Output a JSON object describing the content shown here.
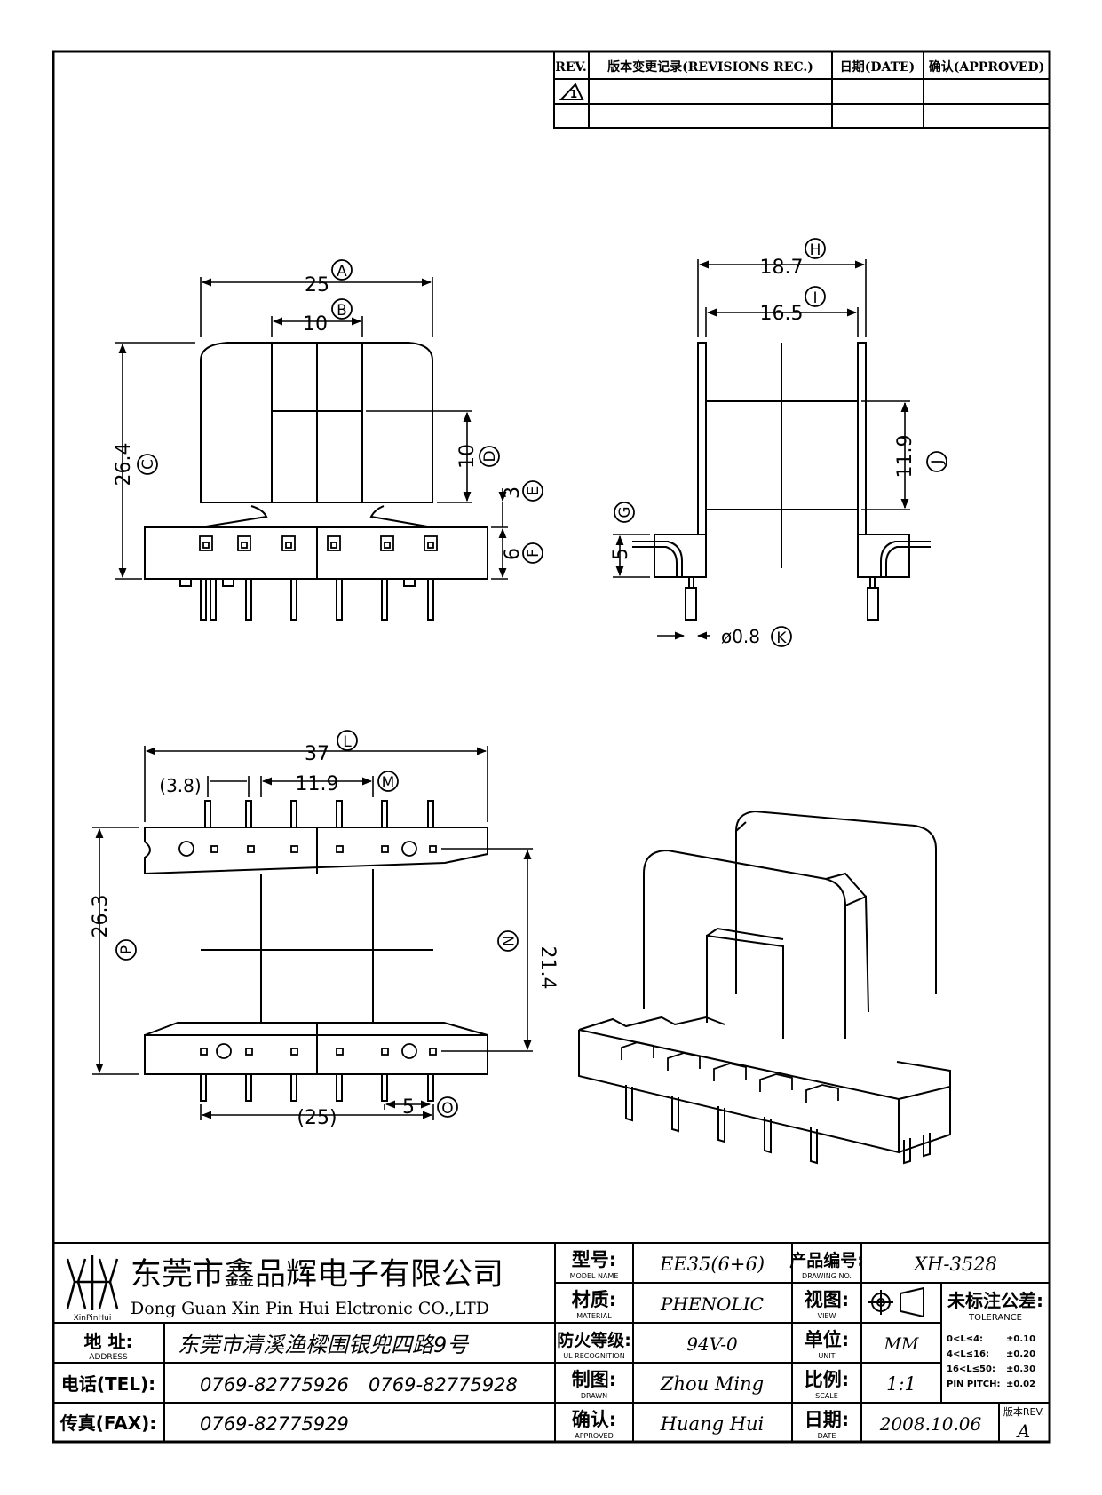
{
  "revision_table": {
    "headers": {
      "rev": "REV.",
      "record": "版本变更记录(REVISIONS REC.)",
      "date": "日期(DATE)",
      "approved": "确认(APPROVED)"
    },
    "rows": [
      {
        "rev": "1",
        "record": "",
        "date": "",
        "approved": ""
      },
      {
        "rev": "",
        "record": "",
        "date": "",
        "approved": ""
      }
    ]
  },
  "dimensions": {
    "A": {
      "letter": "A",
      "value": "25"
    },
    "B": {
      "letter": "B",
      "value": "10"
    },
    "C": {
      "letter": "C",
      "value": "26.4"
    },
    "D": {
      "letter": "D",
      "value": "10"
    },
    "E": {
      "letter": "E",
      "value": "3"
    },
    "F": {
      "letter": "F",
      "value": "6"
    },
    "G": {
      "letter": "G",
      "value": "5"
    },
    "H": {
      "letter": "H",
      "value": "18.7"
    },
    "I": {
      "letter": "I",
      "value": "16.5"
    },
    "J": {
      "letter": "J",
      "value": "11.9"
    },
    "K": {
      "letter": "K",
      "value": "ø0.8"
    },
    "L": {
      "letter": "L",
      "value": "37"
    },
    "M": {
      "letter": "M",
      "value": "11.9"
    },
    "N": {
      "letter": "N",
      "value": "21.4"
    },
    "O": {
      "letter": "O",
      "value": "5"
    },
    "P": {
      "letter": "P",
      "value": "26.3"
    },
    "pitch_ref": {
      "value": "(3.8)"
    },
    "span_ref": {
      "value": "(25)"
    }
  },
  "company": {
    "logo_text": "XinPinHui",
    "name_cn": "东莞市鑫品辉电子有限公司",
    "name_en": "Dong Guan Xin Pin Hui Elctronic CO.,LTD"
  },
  "title_block": {
    "address": {
      "label_cn": "地  址:",
      "label_en": "ADDRESS",
      "value": "东莞市清溪渔樑围银兜四路9号"
    },
    "tel": {
      "label": "电话(TEL):",
      "value1": "0769-82775926",
      "value2": "0769-82775928"
    },
    "fax": {
      "label": "传真(FAX):",
      "value": "0769-82775929"
    },
    "model": {
      "label_cn": "型号:",
      "label_en": "MODEL NAME",
      "value": "EE35(6+6)"
    },
    "material": {
      "label_cn": "材质:",
      "label_en": "MATERIAL",
      "value": "PHENOLIC"
    },
    "ul": {
      "label_cn": "防火等级:",
      "label_en": "UL RECOGNITION",
      "value": "94V-0"
    },
    "drawn": {
      "label_cn": "制图:",
      "label_en": "DRAWN",
      "value": "Zhou Ming"
    },
    "approved": {
      "label_cn": "确认:",
      "label_en": "APPROVED",
      "value": "Huang Hui"
    },
    "drawing_no": {
      "label_cn": "产品编号:",
      "label_en": "DRAWING NO.",
      "value": "XH-3528"
    },
    "view": {
      "label_cn": "视图:",
      "label_en": "VIEW"
    },
    "unit": {
      "label_cn": "单位:",
      "label_en": "UNIT",
      "value": "MM"
    },
    "scale": {
      "label_cn": "比例:",
      "label_en": "SCALE",
      "value": "1:1"
    },
    "date": {
      "label_cn": "日期:",
      "label_en": "DATE",
      "value": "2008.10.06"
    },
    "version": {
      "label": "版本REV.",
      "value": "A"
    },
    "tolerance": {
      "title_cn": "未标注公差:",
      "title_en": "TOLERANCE",
      "rows": [
        {
          "range": "0<L≤4:",
          "value": "±0.10"
        },
        {
          "range": "4<L≤16:",
          "value": "±0.20"
        },
        {
          "range": "16<L≤50:",
          "value": "±0.30"
        },
        {
          "range": "PIN PITCH:",
          "value": "±0.02"
        }
      ]
    }
  }
}
